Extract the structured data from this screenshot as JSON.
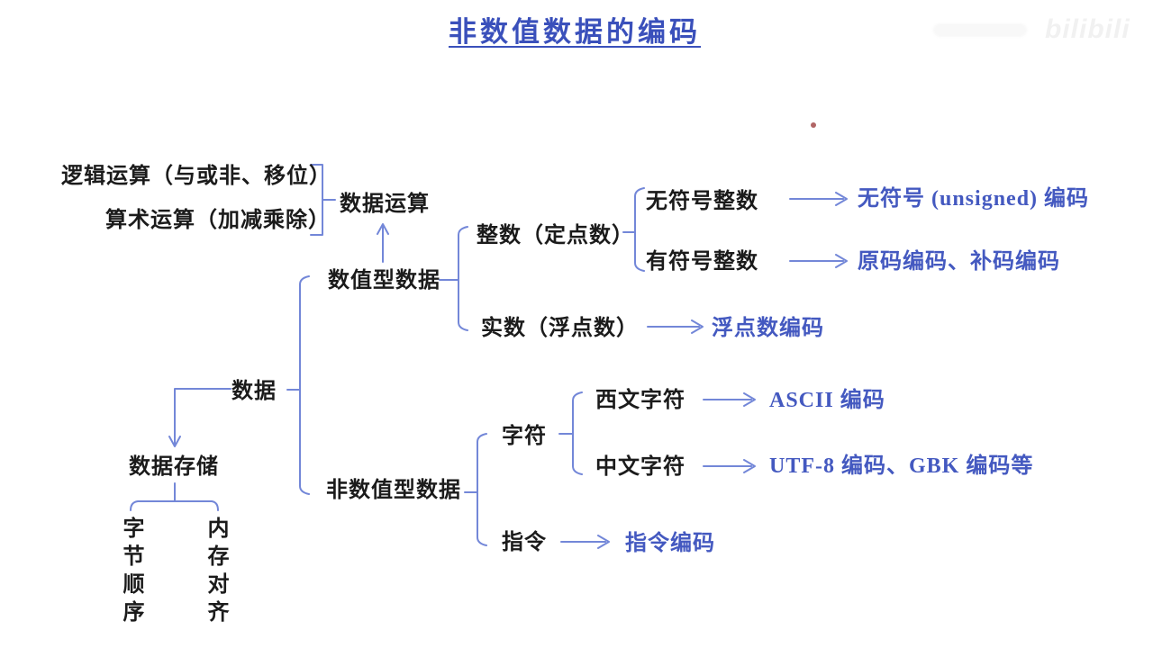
{
  "title": "非数值数据的编码",
  "watermark": "bilibili",
  "colors": {
    "title_blue": "#3a50bb",
    "result_blue": "#4459c0",
    "connector_blue": "#7387d8",
    "text_black": "#1b1b1b",
    "laser_dot_red": "#a34a4a"
  },
  "nodes": {
    "logic_op": "逻辑运算（与或非、移位）",
    "arith_op": "算术运算（加减乘除）",
    "data_ops": "数据运算",
    "numeric_data": "数值型数据",
    "integer": "整数（定点数）",
    "unsigned_int": "无符号整数",
    "signed_int": "有符号整数",
    "real": "实数（浮点数）",
    "data": "数据",
    "data_storage": "数据存储",
    "byte_order": "字节顺序",
    "memory_align": "内存对齐",
    "non_numeric_data": "非数值型数据",
    "character": "字符",
    "western_char": "西文字符",
    "chinese_char": "中文字符",
    "instruction": "指令"
  },
  "encodings": {
    "unsigned": "无符号 (unsigned) 编码",
    "signed": "原码编码、补码编码",
    "float": "浮点数编码",
    "ascii": "ASCII 编码",
    "utf8_gbk": "UTF-8 编码、GBK 编码等",
    "instruction": "指令编码"
  }
}
